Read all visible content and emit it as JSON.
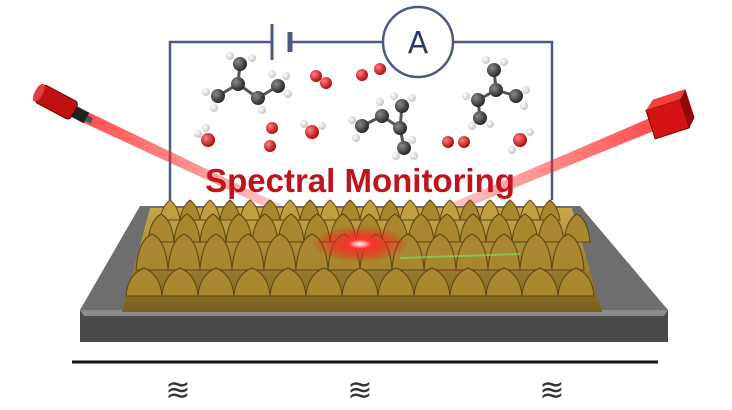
{
  "title": "Spectral Monitoring",
  "ammeter_symbol": "A",
  "heat_symbol": "≋",
  "colors": {
    "title": "#c0141c",
    "circuit": "#4a5a80",
    "substrate_top": "#6e6e6e",
    "substrate_side": "#4c4c4c",
    "nanostructure": "#9b7d2e",
    "laser": "#e0101a",
    "oxygen": "#d01818",
    "carbon": "#444444",
    "hydrogen": "#ffffff"
  },
  "molecules": [
    "isobutylene",
    "oxygen",
    "water"
  ]
}
